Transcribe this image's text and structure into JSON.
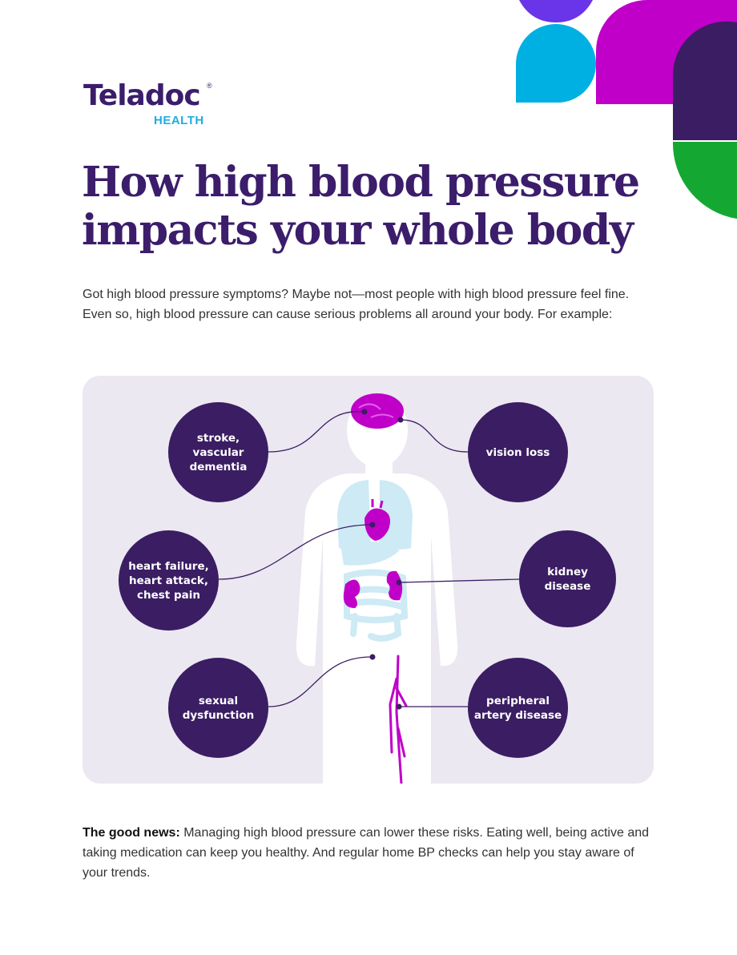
{
  "brand": {
    "logo_text": "Teladoc",
    "logo_subtext": "HEALTH",
    "registered_mark": "®"
  },
  "title": {
    "line1": "How high blood pressure",
    "line2": "impacts your whole body"
  },
  "intro": "Got high blood pressure symptoms? Maybe not—most people with high blood pressure feel fine. Even so, high blood pressure can cause serious problems all around your body. For example:",
  "conditions": {
    "stroke": "stroke, vascular dementia",
    "vision": "vision loss",
    "heart": "heart failure, heart attack, chest pain",
    "kidney": "kidney disease",
    "sexual": "sexual dysfunction",
    "artery": "peripheral artery disease"
  },
  "footer": {
    "lead": "The good news:",
    "text": " Managing high blood pressure can lower these risks. Eating well, being active and taking medication can keep you healthy. And regular home BP checks can help you stay aware of your trends."
  },
  "colors": {
    "brand_purple": "#3b1d6b",
    "brand_blue": "#1eaee0",
    "accent_magenta": "#c000c8",
    "accent_green": "#14a832",
    "accent_violet": "#6a35e8",
    "panel_bg": "#ebe8f1",
    "organ_blue": "#cdeaf5"
  }
}
